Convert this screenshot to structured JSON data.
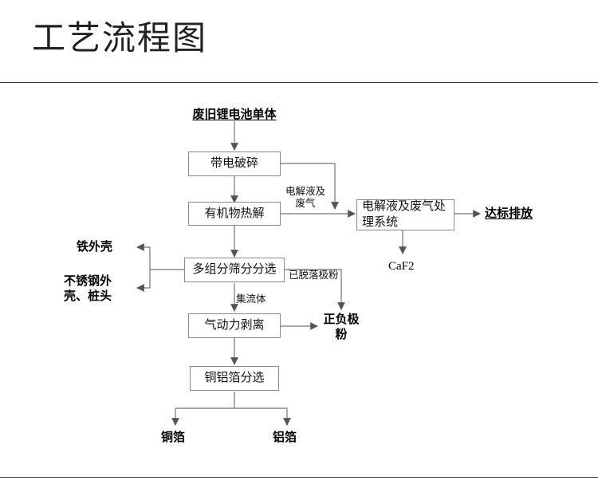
{
  "page": {
    "title": "工艺流程图"
  },
  "diagram": {
    "start_label": "废旧锂电池单体",
    "nodes": [
      {
        "id": "crush",
        "label": "带电破碎"
      },
      {
        "id": "pyrolysis",
        "label": "有机物热解"
      },
      {
        "id": "sorting",
        "label": "多组分筛分分选"
      },
      {
        "id": "stripping",
        "label": "气动力剥离"
      },
      {
        "id": "foil_sort",
        "label": "铜铝箔分选"
      },
      {
        "id": "gas_system",
        "label": "电解液及废气处理系统"
      }
    ],
    "outputs": [
      {
        "id": "iron_shell",
        "label": "铁外壳"
      },
      {
        "id": "steel_shell",
        "label": "不锈钢外壳、桩头"
      },
      {
        "id": "electrode_powder",
        "label": "正负极粉"
      },
      {
        "id": "copper_foil",
        "label": "铜箔"
      },
      {
        "id": "aluminum_foil",
        "label": "铝箔"
      },
      {
        "id": "emission",
        "label": "达标排放"
      },
      {
        "id": "caf2",
        "label": "CaF2"
      }
    ],
    "edge_labels": [
      {
        "id": "electrolyte_gas",
        "label": "电解液及废气"
      },
      {
        "id": "dropped_powder",
        "label": "已脱落极粉"
      },
      {
        "id": "current_collector",
        "label": "集流体"
      }
    ],
    "colors": {
      "box_border": "#8a8a8a",
      "connector": "#8a8a8a",
      "text": "#111111",
      "rule": "#3c3c3c"
    }
  }
}
